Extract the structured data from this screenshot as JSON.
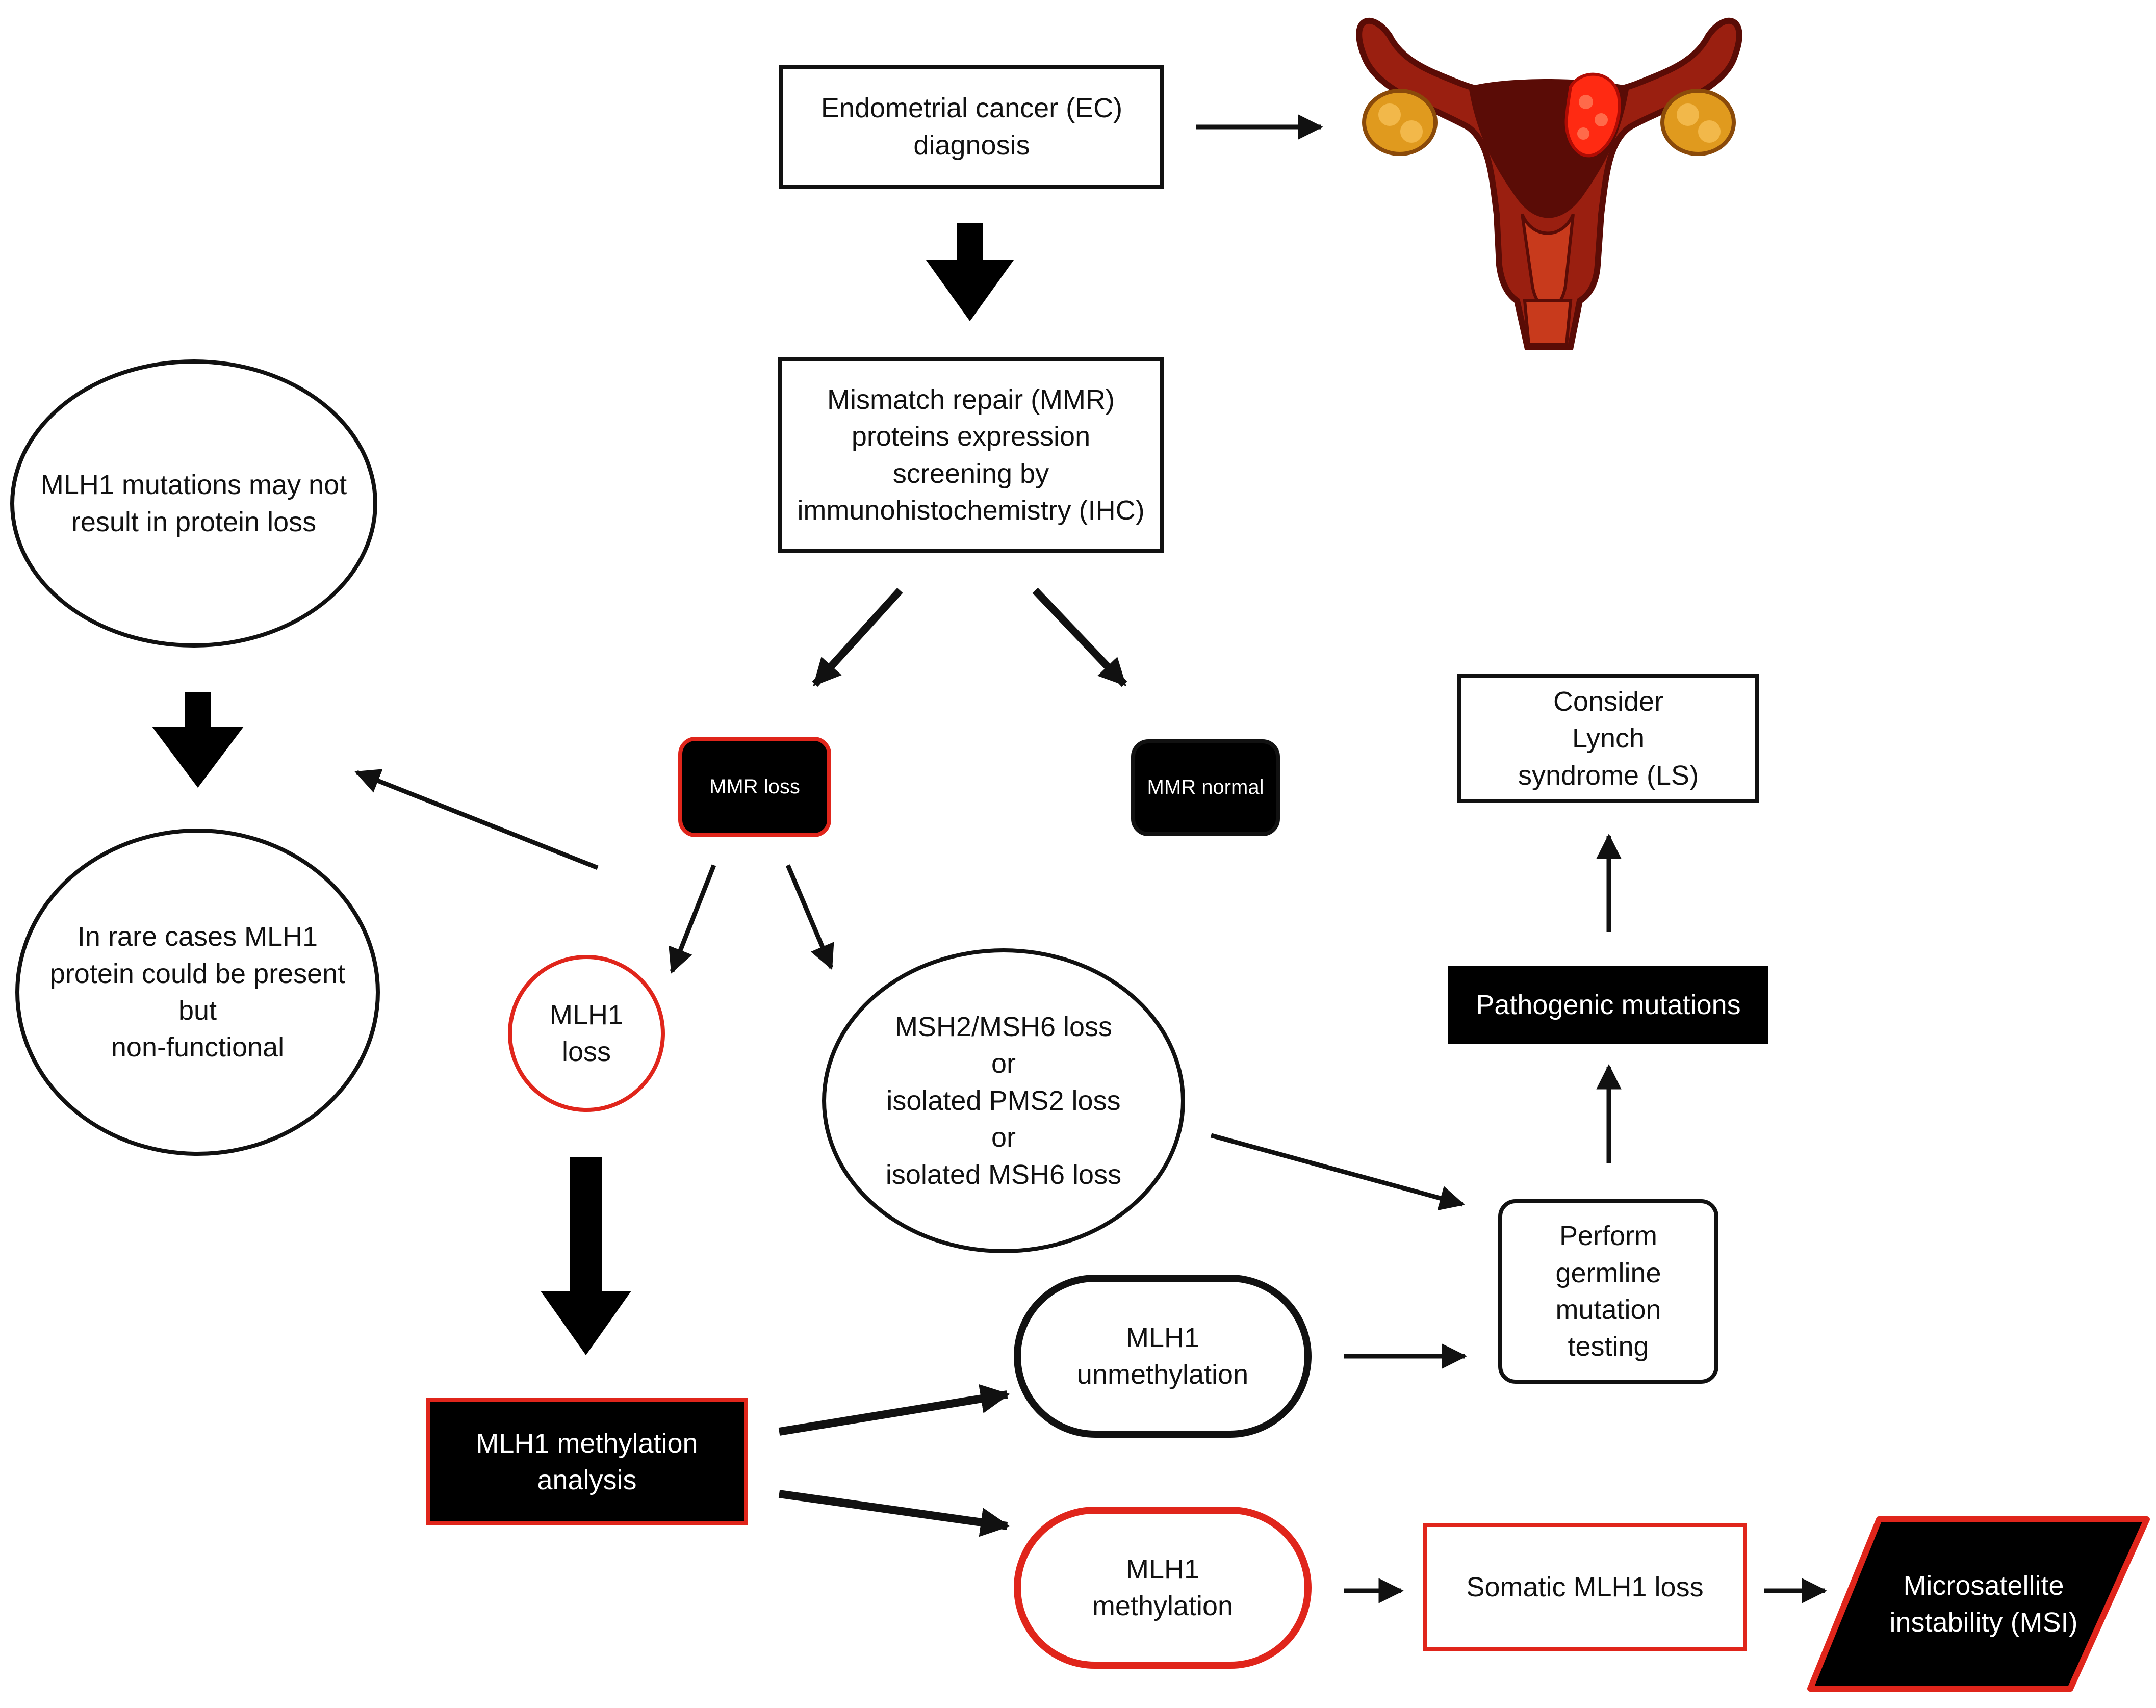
{
  "nodes": {
    "ec_diagnosis": "Endometrial cancer (EC)\ndiagnosis",
    "mmr_screening": "Mismatch repair (MMR)\nproteins expression\nscreening by\nimmunohistochemistry (IHC)",
    "mmr_loss": "MMR loss",
    "mmr_normal": "MMR normal",
    "mlh1_mutations_note": "MLH1 mutations may not\nresult in protein loss",
    "rare_cases_note": "In rare cases MLH1\nprotein could be present\nbut\nnon-functional",
    "mlh1_loss": "MLH1\nloss",
    "msh_loss": "MSH2/MSH6 loss\nor\nisolated PMS2 loss\nor\nisolated MSH6 loss",
    "consider_lynch": "Consider\nLynch\nsyndrome (LS)",
    "pathogenic_mutations": "Pathogenic mutations",
    "germline_testing": "Perform\ngermline\nmutation\ntesting",
    "mlh1_unmethylation": "MLH1\nunmethylation",
    "methylation_analysis": "MLH1 methylation\nanalysis",
    "mlh1_methylation": "MLH1\nmethylation",
    "somatic_loss": "Somatic MLH1 loss",
    "msi": "Microsatellite\ninstability (MSI)"
  },
  "colors": {
    "outline": "#111111",
    "accent_red": "#e0251b",
    "fill_dark": "#000000",
    "uterus_dark": "#5a0c06",
    "uterus_mid": "#9a1f10",
    "uterus_light": "#c83a1c",
    "ovary": "#e09a1e",
    "tumor": "#ff2a12"
  },
  "icons": {
    "uterus": "uterus-with-tumor-illustration"
  }
}
